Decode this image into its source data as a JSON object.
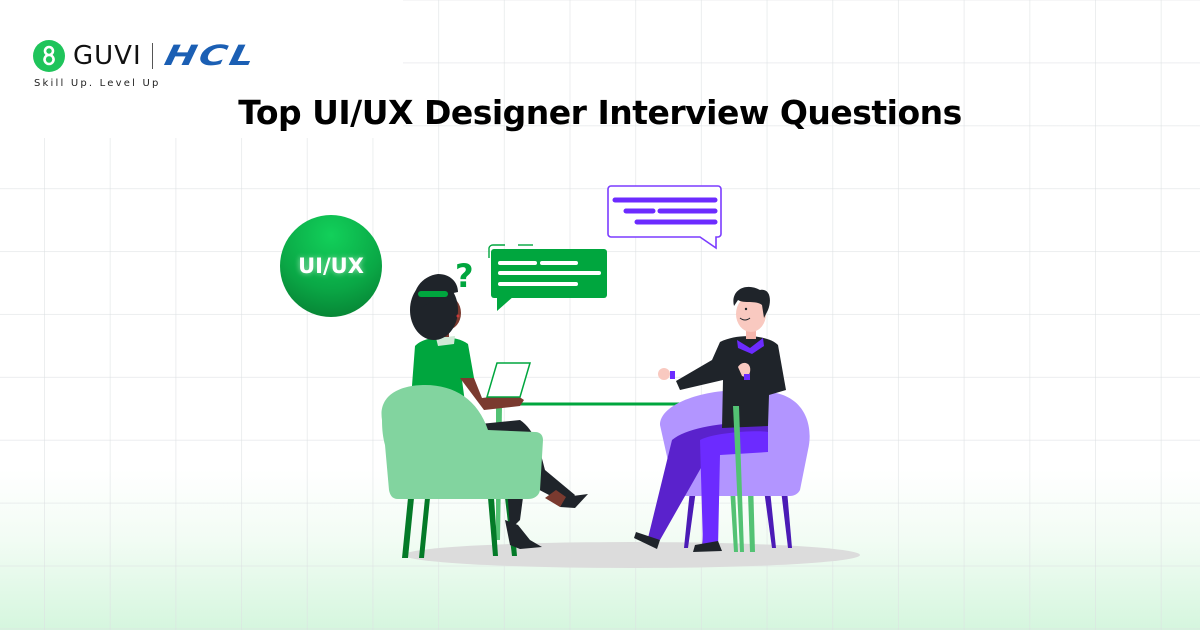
{
  "brand": {
    "logo_name": "GUVI",
    "partner_name": "HCL",
    "tagline": "Skill Up. Level Up"
  },
  "page": {
    "title": "Top UI/UX Designer Interview Questions"
  },
  "illustration": {
    "badge_label": "UI/UX",
    "question_mark": "?",
    "colors": {
      "green": "#00a63e",
      "green_light": "#82d49f",
      "purple": "#6c2bff",
      "purple_light": "#b295ff",
      "dark": "#1f242a",
      "skin_dark": "#7a3a2f",
      "skin_light": "#f9c9c0",
      "shadow": "#dcdcdc",
      "hcl_blue": "#1b5fb4",
      "guvi_green": "#1fc45b"
    }
  }
}
